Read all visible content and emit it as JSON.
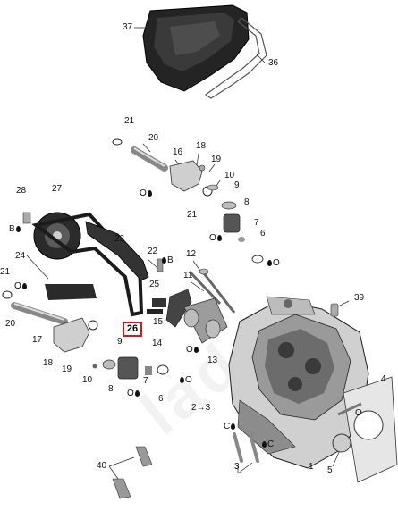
{
  "diagram": {
    "highlight_label": "26",
    "callouts": {
      "c37": "37",
      "c36": "36",
      "c21a": "21",
      "c20a": "20",
      "c16": "16",
      "c18a": "18",
      "c19a": "19",
      "c10a": "10",
      "c9a": "9",
      "c8a": "8",
      "c7a": "7",
      "c6a": "6",
      "c21b": "21",
      "c28": "28",
      "c27": "27",
      "c23": "23",
      "c22": "22",
      "c24": "24",
      "c21c": "21",
      "c25": "25",
      "c12": "12",
      "c11": "11",
      "c15": "15",
      "c14": "14",
      "c13": "13",
      "c39": "39",
      "c20b": "20",
      "c17": "17",
      "c18b": "18",
      "c19b": "19",
      "c10b": "10",
      "c9b": "9",
      "c8b": "8",
      "c7b": "7",
      "c6b": "6",
      "c4": "4",
      "c2": "2",
      "c3": "3",
      "c1": "1",
      "c5": "5",
      "c40": "40"
    },
    "lube_letters": {
      "o1": "O",
      "b1": "B",
      "o2": "O",
      "o3": "O",
      "b2": "B",
      "o4": "O",
      "o5": "O",
      "o6": "O",
      "o7": "O",
      "c1": "C",
      "c2": "C",
      "o8": "O"
    },
    "arrow_ref": "→3",
    "watermark_text": "lade"
  },
  "colors": {
    "highlight_border": "#d31a1a",
    "part_dark": "#1f1f1f",
    "part_mid": "#8a8a8a",
    "part_light": "#d4d4d4"
  }
}
